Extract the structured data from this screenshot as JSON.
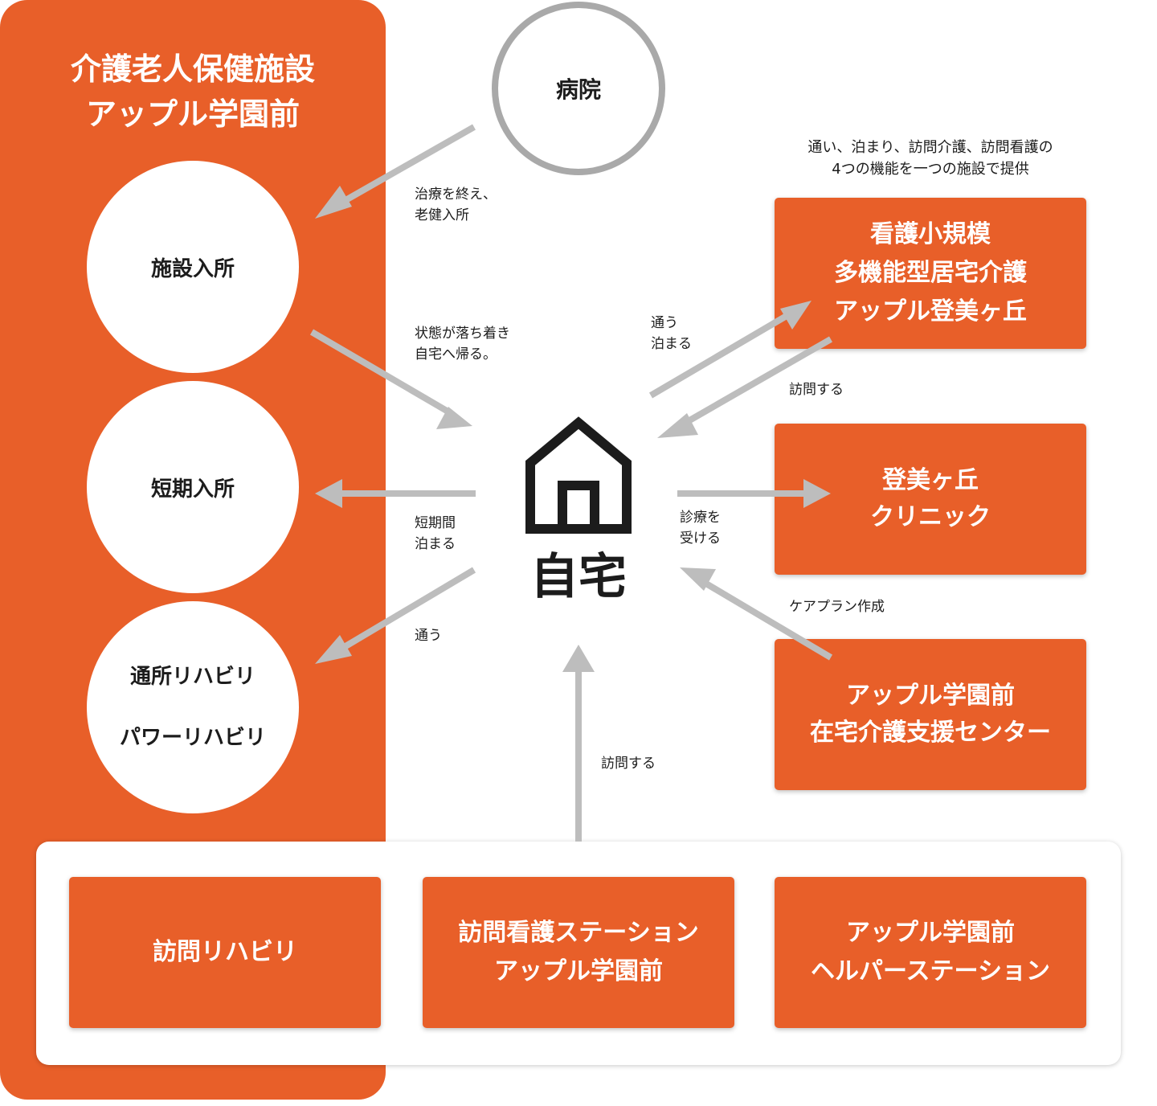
{
  "facility": {
    "title_lines": [
      "介護老人保健施設",
      "アップル学園前"
    ],
    "services": {
      "admission": "施設入所",
      "short_stay": "短期入所",
      "rehab_lines": [
        "通所リハビリ",
        "パワーリハビリ"
      ]
    }
  },
  "hospital": "病院",
  "home": "自宅",
  "feature_note_lines": [
    "通い、泊まり、訪問介護、訪問看護の",
    "4つの機能を一つの施設で提供"
  ],
  "right_boxes": {
    "kantaki_lines": [
      "看護小規模",
      "多機能型居宅介護",
      "アップル登美ヶ丘"
    ],
    "clinic_lines": [
      "登美ヶ丘",
      "クリニック"
    ],
    "care_center_lines": [
      "アップル学園前",
      "在宅介護支援センター"
    ]
  },
  "bottom_boxes": {
    "visit_rehab": "訪問リハビリ",
    "nursing_station_lines": [
      "訪問看護ステーション",
      "アップル学園前"
    ],
    "helper_station_lines": [
      "アップル学園前",
      "ヘルパーステーション"
    ]
  },
  "arrow_labels": {
    "hospital_to_admission": [
      "治療を終え、",
      "老健入所"
    ],
    "admission_to_home": [
      "状態が落ち着き",
      "自宅へ帰る。"
    ],
    "home_to_short_stay": [
      "短期間",
      "泊まる"
    ],
    "home_to_rehab": [
      "通う"
    ],
    "home_to_kantaki": [
      "通う",
      "泊まる"
    ],
    "kantaki_to_home": [
      "訪問する"
    ],
    "home_to_clinic": [
      "診療を",
      "受ける"
    ],
    "center_to_home": [
      "ケアプラン作成"
    ],
    "bottom_to_home": [
      "訪問する"
    ]
  },
  "colors": {
    "accent": "#E85F29",
    "arrow": "#BDBDBD",
    "hospital_ring": "#A9A9A9",
    "text": "#1C1C1C"
  },
  "icons": [
    "house-icon",
    "arrow-icon"
  ]
}
